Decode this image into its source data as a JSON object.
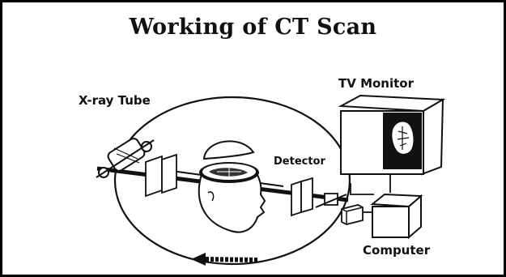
{
  "title": "Working of CT Scan",
  "labels": {
    "xray_tube": "X-ray Tube",
    "tv_monitor": "TV Monitor",
    "detector": "Detector",
    "computer": "Computer"
  },
  "colors": {
    "ink": "#111111",
    "screen": "#111111",
    "background": "#ffffff"
  }
}
